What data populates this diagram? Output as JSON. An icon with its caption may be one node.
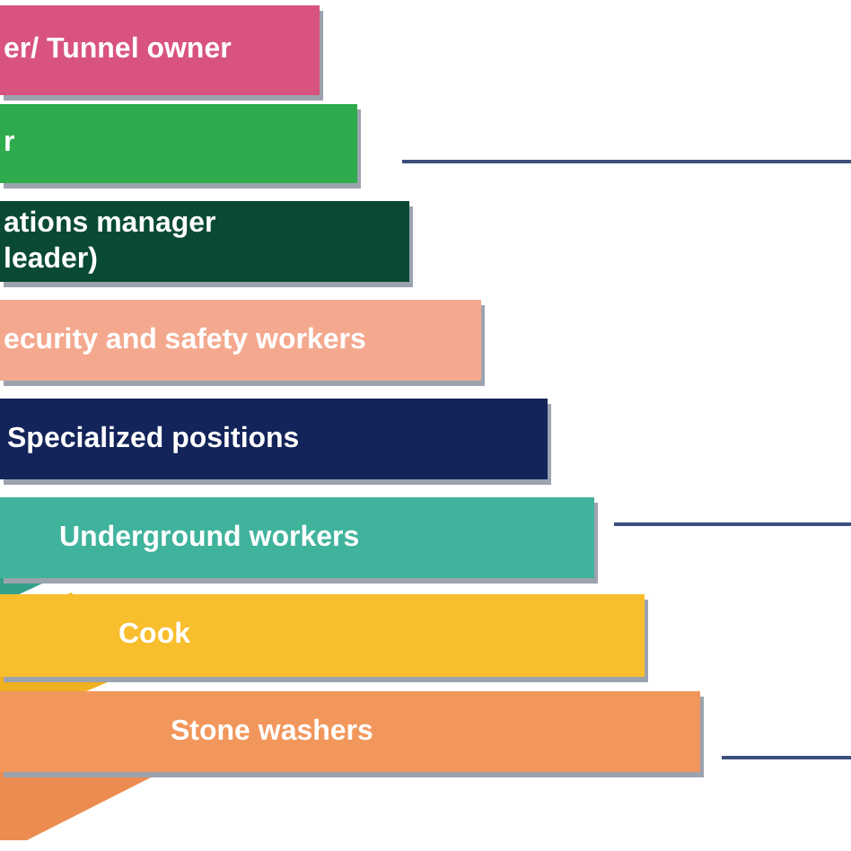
{
  "diagram": {
    "nodes": [
      {
        "text": [
          "er/ Tunnel owner"
        ]
      },
      {
        "text": [
          "r"
        ]
      },
      {
        "text": [
          "ations manager leader)"
        ]
      },
      {
        "text": [
          "ecurity and safety workers"
        ]
      },
      {
        "text": [
          "Specialized positions"
        ]
      },
      {
        "text": [
          "Underground workers"
        ]
      },
      {
        "text": [
          "Cook"
        ]
      },
      {
        "text": [
          "Stone washers"
        ]
      }
    ]
  }
}
